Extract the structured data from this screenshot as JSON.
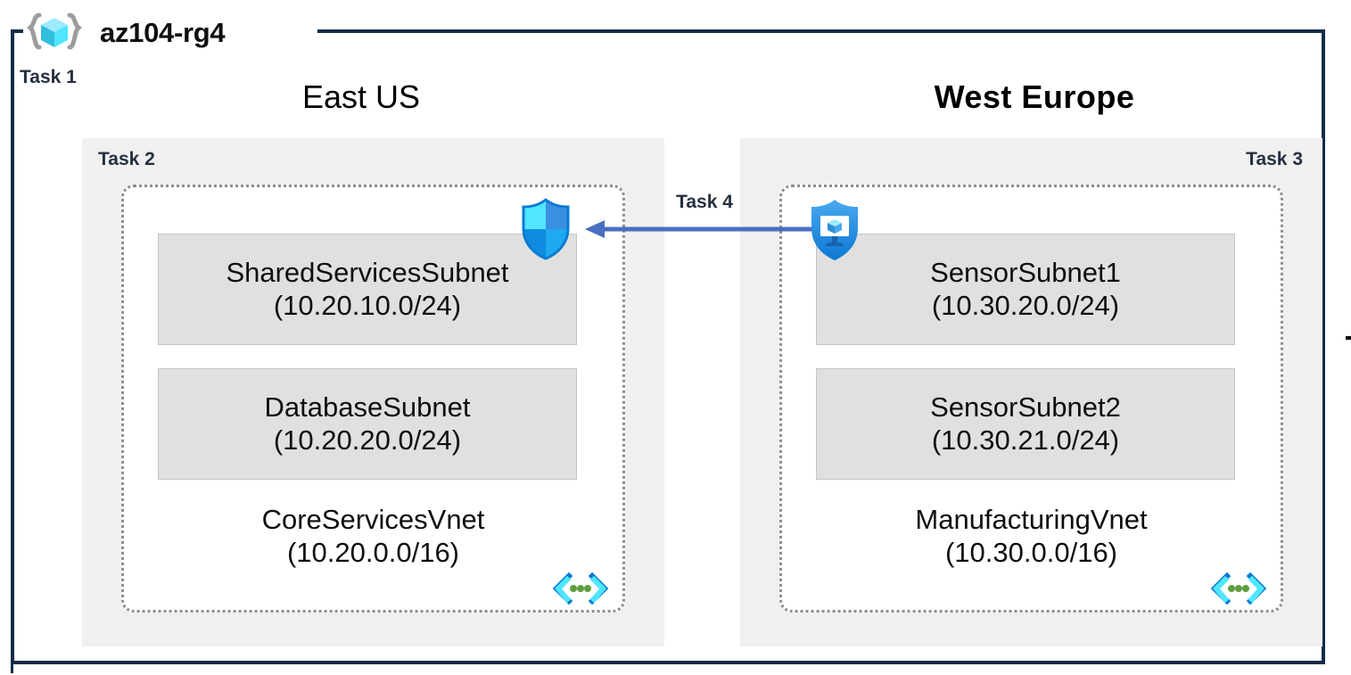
{
  "resource_group": {
    "name": "az104-rg4",
    "icon": "resource-group-cube-icon",
    "task_label": "Task 1"
  },
  "regions": [
    {
      "id": "east-us",
      "title": "East US",
      "task_label": "Task 2",
      "vnet": {
        "name": "CoreServicesVnet",
        "cidr": "(10.20.0.0/16)",
        "icon": "virtual-network-icon",
        "subnets": [
          {
            "name": "SharedServicesSubnet",
            "cidr": "(10.20.10.0/24)"
          },
          {
            "name": "DatabaseSubnet",
            "cidr": "(10.20.20.0/24)"
          }
        ]
      },
      "security_icon": "network-security-group-shield-icon"
    },
    {
      "id": "west-europe",
      "title": "West Europe",
      "task_label": "Task 3",
      "vnet": {
        "name": "ManufacturingVnet",
        "cidr": "(10.30.0.0/16)",
        "icon": "virtual-network-icon",
        "subnets": [
          {
            "name": "SensorSubnet1",
            "cidr": "(10.30.20.0/24)"
          },
          {
            "name": "SensorSubnet2",
            "cidr": "(10.30.21.0/24)"
          }
        ]
      },
      "security_icon": "bastion-shield-monitor-icon"
    }
  ],
  "connection": {
    "task_label": "Task 4",
    "direction": "west-europe-to-east-us",
    "arrow_color": "#4a6fc0"
  },
  "colors": {
    "outer_border": "#152c48",
    "region_background": "#f0f0f0",
    "subnet_background": "#e0e0e0",
    "subnet_border": "#c4c4c4",
    "vnet_border": "#8d8d8d",
    "task_text": "#26303f",
    "body_text": "#0f0f0f",
    "accent_blue": "#0078d4",
    "accent_cyan": "#50e6ff",
    "vnet_icon_green": "#5e9e3e"
  }
}
